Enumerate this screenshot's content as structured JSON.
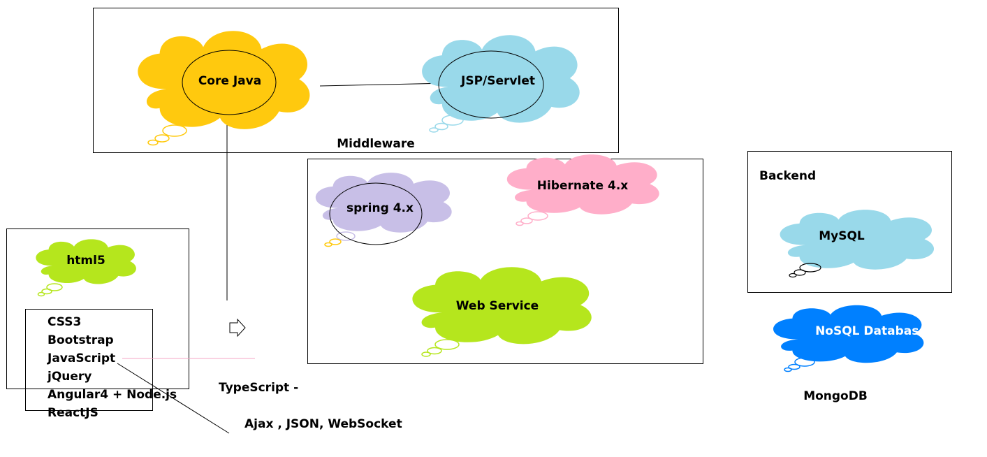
{
  "clouds": {
    "core_java": {
      "label": "Core Java",
      "color": "#FFC90E"
    },
    "jsp_servlet": {
      "label": "JSP/Servlet",
      "color": "#99D9EA"
    },
    "spring": {
      "label": "spring 4.x",
      "color": "#C8BFE7"
    },
    "hibernate": {
      "label": "Hibernate 4.x",
      "color": "#FFAEC9"
    },
    "web_service": {
      "label": "Web Service",
      "color": "#B5E61D"
    },
    "html5": {
      "label": "html5",
      "color": "#B5E61D"
    },
    "mysql": {
      "label": "MySQL",
      "color": "#99D9EA"
    },
    "nosql": {
      "label": "NoSQL Database",
      "color": "#0080FF"
    }
  },
  "labels": {
    "middleware": "Middleware",
    "backend": "Backend",
    "mongodb": "MongoDB",
    "typescript": "TypeScript -",
    "ajax": "Ajax , JSON, WebSocket"
  },
  "frontend_list": [
    "CSS3",
    "Bootstrap",
    "JavaScript",
    "jQuery",
    "Angular4 + Node.js",
    "ReactJS"
  ],
  "icons": {
    "arrow": "right-arrow-outline"
  }
}
